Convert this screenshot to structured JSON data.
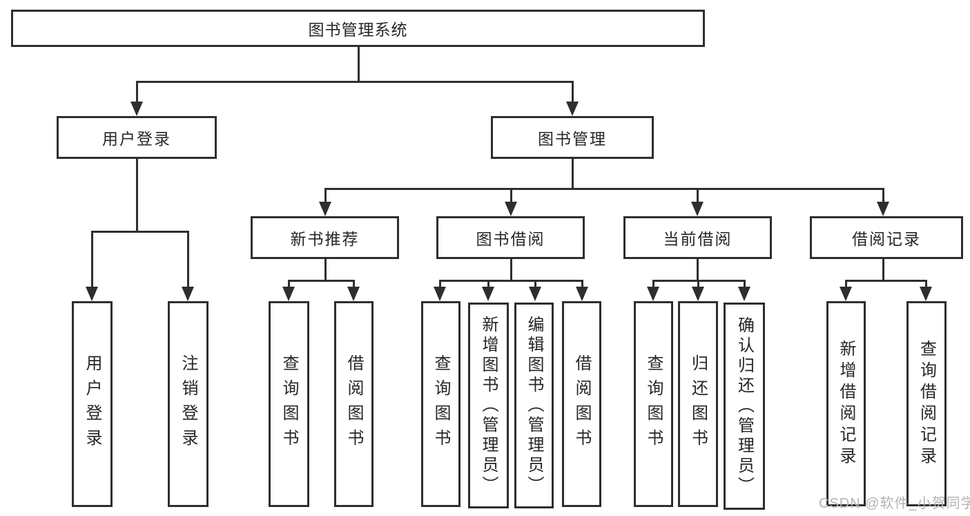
{
  "diagram": {
    "title": "图书管理系统",
    "branches": [
      {
        "label": "用户登录",
        "children": [
          {
            "label": "用户登录"
          },
          {
            "label": "注销登录"
          }
        ]
      },
      {
        "label": "图书管理",
        "children": [
          {
            "label": "新书推荐",
            "children": [
              {
                "label": "查询图书"
              },
              {
                "label": "借阅图书"
              }
            ]
          },
          {
            "label": "图书借阅",
            "children": [
              {
                "label": "查询图书"
              },
              {
                "label": "新增图书（管理员）"
              },
              {
                "label": "编辑图书（管理员）"
              },
              {
                "label": "借阅图书"
              }
            ]
          },
          {
            "label": "当前借阅",
            "children": [
              {
                "label": "查询图书"
              },
              {
                "label": "归还图书"
              },
              {
                "label": "确认归还（管理员）"
              }
            ]
          },
          {
            "label": "借阅记录",
            "children": [
              {
                "label": "新增借阅记录"
              },
              {
                "label": "查询借阅记录"
              }
            ]
          }
        ]
      }
    ]
  },
  "watermark": {
    "text": "CSDN @软件_小贺同学"
  },
  "colors": {
    "line": "#2e2e2e",
    "text": "#262626",
    "watermark": "#b2b2b2",
    "background": "#ffffff"
  }
}
